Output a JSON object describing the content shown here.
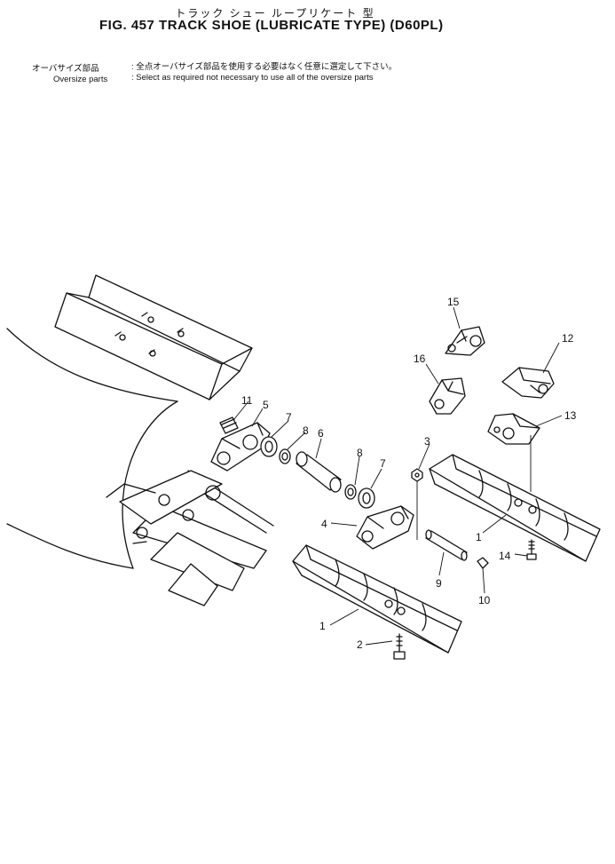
{
  "header": {
    "jp_title": "トラック シュー ループリケート 型",
    "fig_title": "FIG. 457  TRACK SHOE (LUBRICATE TYPE) (D60PL)"
  },
  "notes": {
    "jp_label": "オーバサイズ部品",
    "en_label": "Oversize parts",
    "jp_text": ": 全点オーバサイズ部品を使用する必要はなく任意に選定して下さい。",
    "en_text": ": Select as required not necessary to use all of the oversize parts"
  },
  "callouts": [
    "1",
    "1",
    "2",
    "3",
    "4",
    "5",
    "6",
    "7",
    "7",
    "8",
    "8",
    "9",
    "10",
    "11",
    "12",
    "13",
    "14",
    "15",
    "16"
  ]
}
